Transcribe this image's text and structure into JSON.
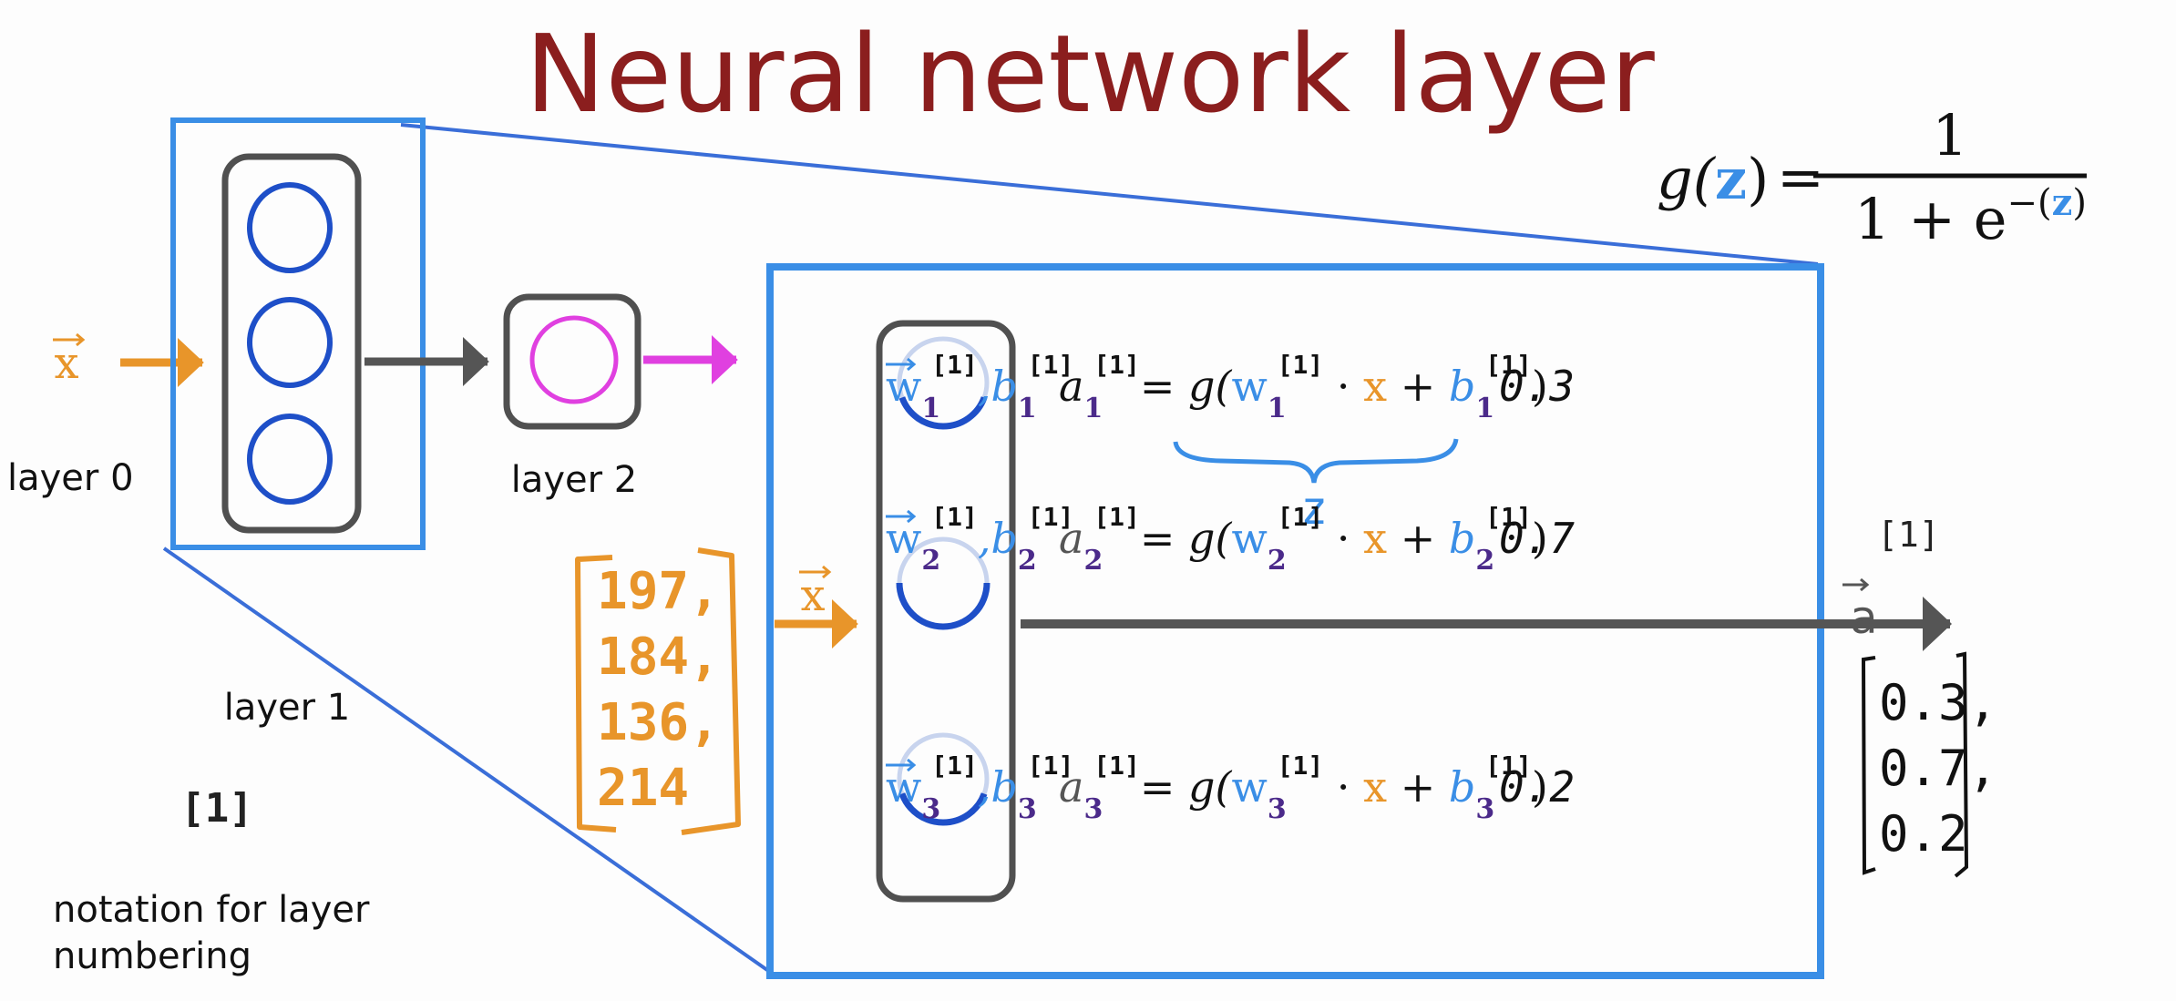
{
  "title": "Neural network layer",
  "colors": {
    "title": "#8B1E1E",
    "frame_blue": "#3A8EE6",
    "neuron_blue": "#1E4FC8",
    "gray": "#555555",
    "orange": "#E8952A",
    "magenta": "#E040E0",
    "weight_blue": "#3A8EE6",
    "subscript_purple": "#4B2A8A",
    "text": "#111111"
  },
  "sigmoid": {
    "lhs_func": "g(",
    "lhs_var": "z",
    "lhs_close": ")",
    "equals": "=",
    "numerator": "1",
    "den_prefix": "1 + e",
    "den_exp_open": "−(",
    "den_exp_var": "z",
    "den_exp_close": ")"
  },
  "overview": {
    "input_label": "x",
    "layer0_label": "layer 0",
    "layer1_label": "layer 1",
    "layer2_label": "layer 2",
    "layer1_neuron_count": 3,
    "layer2_neuron_count": 1,
    "notation_symbol": "[1]",
    "notation_caption_line1": "notation for layer",
    "notation_caption_line2": "numbering"
  },
  "input_vector": {
    "label": "x",
    "values": [
      "197,",
      "184,",
      "136,",
      "214"
    ]
  },
  "neurons": [
    {
      "index": "1",
      "params_w": "w",
      "params_b": "b",
      "superscript": "[1]",
      "activation": "a",
      "equation_g": "= g(",
      "dot": "·",
      "x": "x",
      "plus": "+",
      "close": ")",
      "output_value": "0.3",
      "brace_label": "z"
    },
    {
      "index": "2",
      "params_w": "w",
      "params_b": "b",
      "superscript": "[1]",
      "activation": "a",
      "equation_g": "= g(",
      "dot": "·",
      "x": "x",
      "plus": "+",
      "close": ")",
      "output_value": "0.7"
    },
    {
      "index": "3",
      "params_w": "w",
      "params_b": "b",
      "superscript": "[1]",
      "activation": "a",
      "equation_g": "= g(",
      "dot": "·",
      "x": "x",
      "plus": "+",
      "close": ")",
      "output_value": "0.2"
    }
  ],
  "output": {
    "label": "a",
    "superscript": "[1]",
    "values": [
      "0.3,",
      "0.7,",
      "0.2"
    ]
  }
}
